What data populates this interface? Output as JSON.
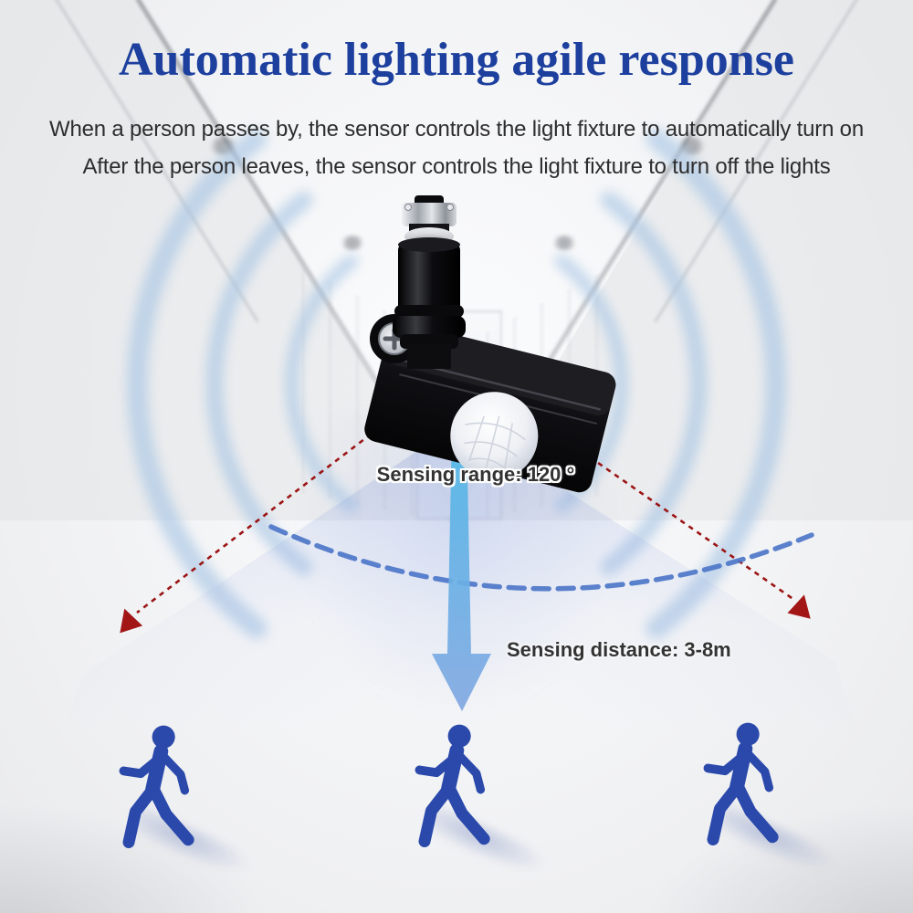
{
  "header": {
    "title": "Automatic lighting agile response",
    "subtitle_line1": "When a person passes by, the sensor controls the light fixture to automatically turn on",
    "subtitle_line2": "After the person leaves, the sensor controls the light fixture to turn off the lights"
  },
  "annotations": {
    "sensing_range_label": "Sensing range: 120 °",
    "sensing_distance_label": "Sensing distance: 3-8m"
  },
  "icons": {
    "sensor": "pir-motion-sensor-photo",
    "walking_person": "walking-person-icon",
    "down_arrow": "sensing-distance-arrow-icon",
    "range_arrowhead": "range-limit-arrowhead-icon",
    "signal_waves": "motion-wave-arcs-icon"
  },
  "colors": {
    "title_blue": "#1d3f9e",
    "body_text": "#2d2d2d",
    "label_text": "#333333",
    "person_blue": "#2a49ab",
    "distance_arrow_top": "#4fb9e8",
    "distance_arrow_bottom": "#82a8e2",
    "range_arc_blue": "#4a74c8",
    "range_line_red": "#9b1414",
    "wave_arc_blue": "#a6c4e4",
    "cone_tint": "#7e92d6"
  }
}
